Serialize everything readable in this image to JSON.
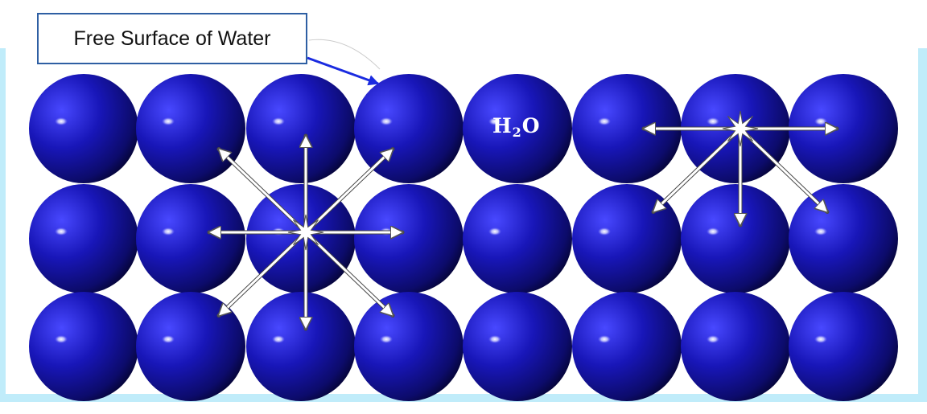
{
  "callout": {
    "label": "Free Surface of Water"
  },
  "molecule": {
    "symbol": "H",
    "subscript": "2",
    "tail": "O"
  },
  "colors": {
    "container": "#c0ecfa",
    "molecule": "#15149a",
    "callout_border": "#2e5fa3",
    "leader_arrow": "#1a2be0",
    "force_arrow": "#ffffff"
  },
  "grid": {
    "rows": 3,
    "cols": 8
  },
  "force_groups": [
    {
      "name": "interior-molecule",
      "row": 1,
      "col": 2,
      "directions": [
        "up",
        "down",
        "left",
        "right",
        "up-left",
        "up-right",
        "down-left",
        "down-right"
      ]
    },
    {
      "name": "surface-molecule",
      "row": 0,
      "col": 6,
      "directions": [
        "left",
        "right",
        "down",
        "down-left",
        "down-right"
      ]
    }
  ]
}
